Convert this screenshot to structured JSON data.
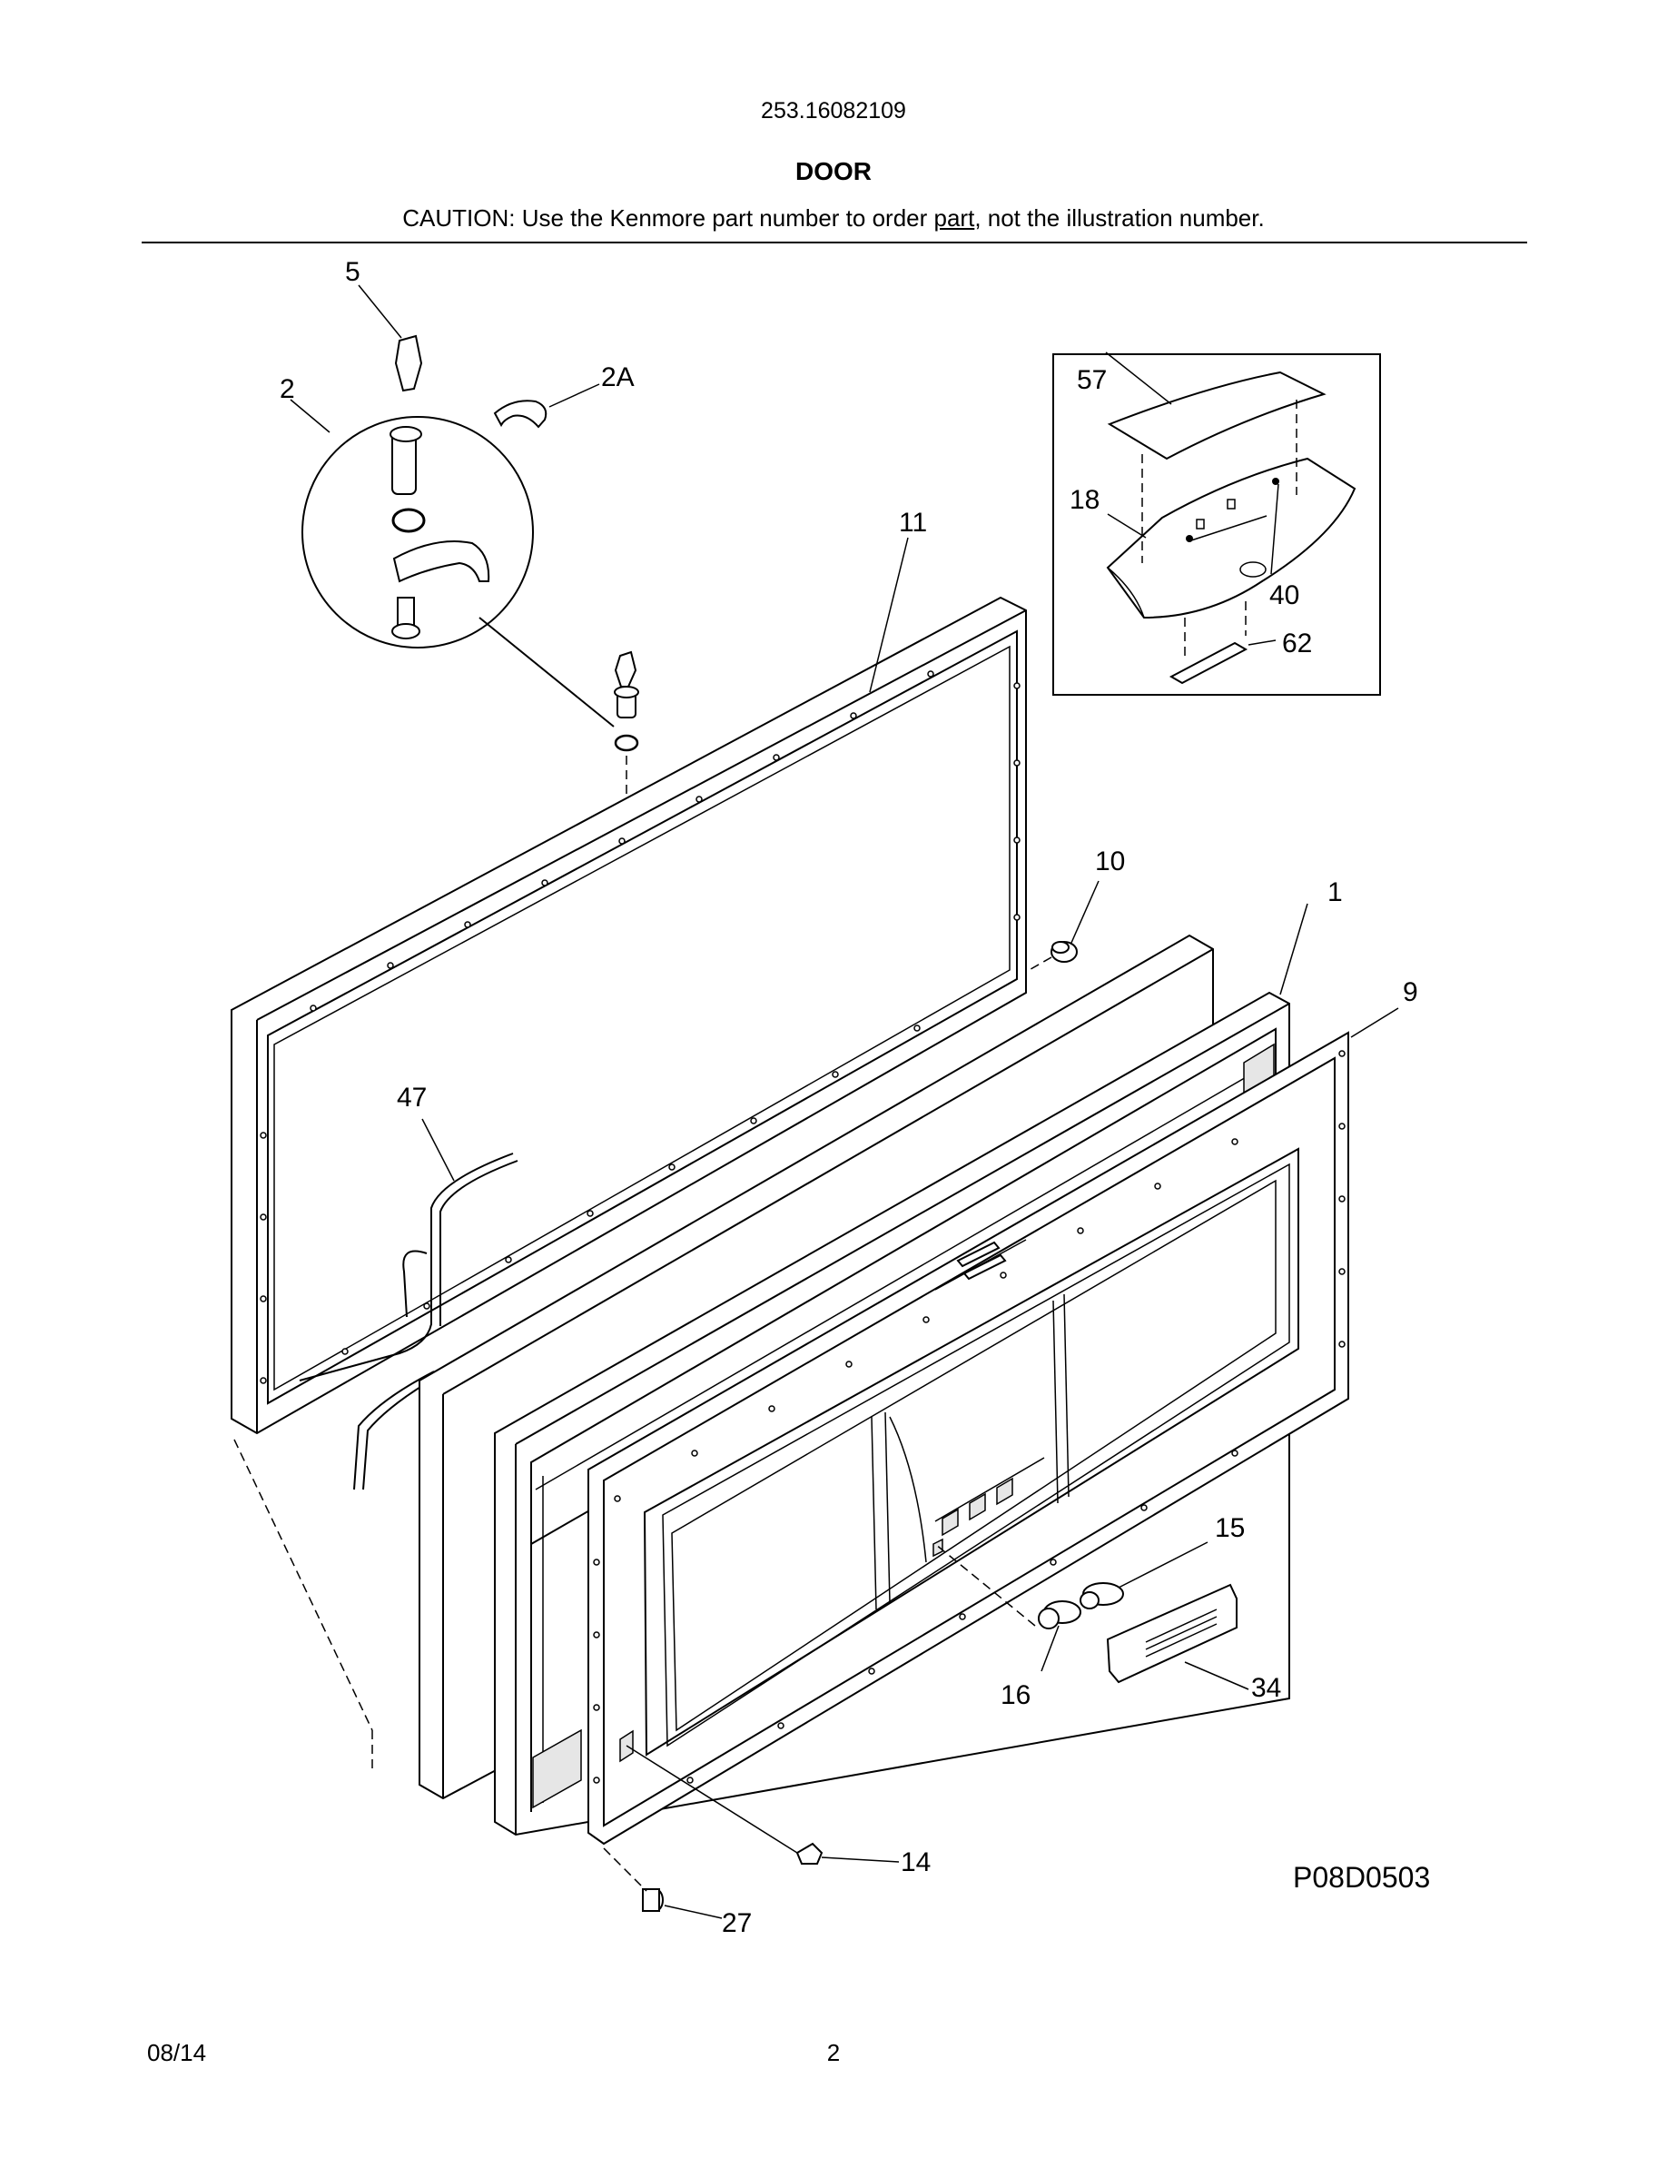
{
  "header": {
    "model_number": "253.16082109",
    "section_title": "DOOR",
    "caution_prefix": "CAUTION: Use the Kenmore part number to order ",
    "caution_underlined": "part",
    "caution_suffix": ", not the illustration number."
  },
  "diagram": {
    "callouts": [
      "5",
      "2",
      "2A",
      "11",
      "57",
      "18",
      "40",
      "62",
      "10",
      "1",
      "9",
      "47",
      "15",
      "16",
      "34",
      "14",
      "27"
    ],
    "drawing_code": "P08D0503"
  },
  "footer": {
    "date": "08/14",
    "page_number": "2"
  }
}
